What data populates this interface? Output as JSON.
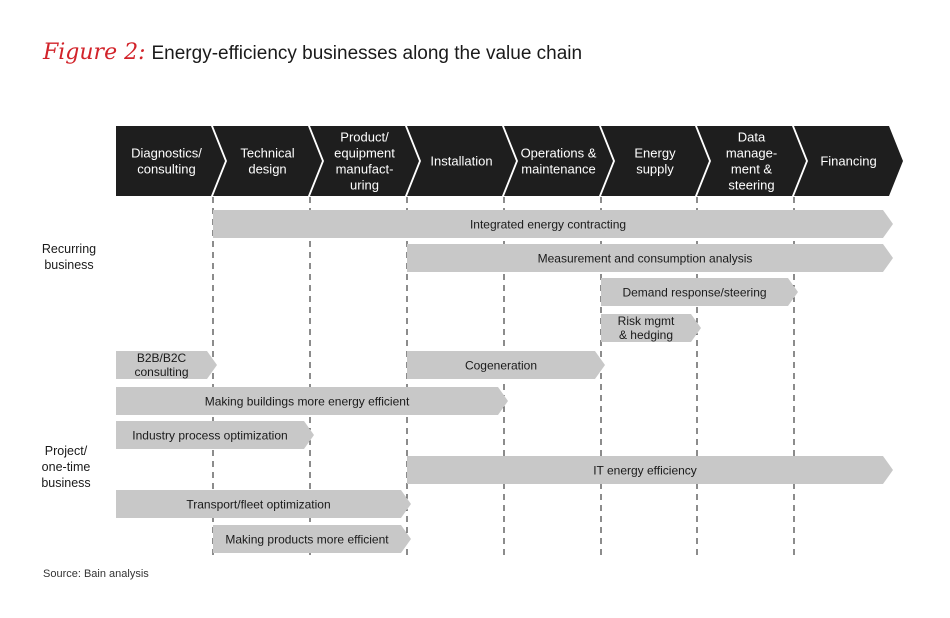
{
  "figure": {
    "label": "Figure 2:",
    "title": "Energy-efficiency businesses along the value chain"
  },
  "stages": [
    {
      "lines": [
        "Diagnostics/",
        "consulting"
      ]
    },
    {
      "lines": [
        "Technical",
        "design"
      ]
    },
    {
      "lines": [
        "Product/",
        "equipment",
        "manufact-",
        "uring"
      ]
    },
    {
      "lines": [
        "Installation"
      ]
    },
    {
      "lines": [
        "Operations &",
        "maintenance"
      ]
    },
    {
      "lines": [
        "Energy",
        "supply"
      ]
    },
    {
      "lines": [
        "Data",
        "manage-",
        "ment &",
        "steering"
      ]
    },
    {
      "lines": [
        "Financing"
      ]
    }
  ],
  "row_labels": {
    "recurring": [
      "Recurring",
      "business"
    ],
    "project": [
      "Project/",
      "one-time",
      "business"
    ]
  },
  "bars": [
    {
      "label": "Integrated energy contracting",
      "start": 1,
      "end": 8
    },
    {
      "label": "Measurement and consumption analysis",
      "start": 3,
      "end": 8
    },
    {
      "label": "Demand response/steering",
      "start": 5,
      "end": 7
    },
    {
      "label": "Risk mgmt & hedging",
      "start": 5,
      "end": 6
    },
    {
      "label": "B2B/B2C consulting",
      "start": 0,
      "end": 1
    },
    {
      "label": "Cogeneration",
      "start": 3,
      "end": 5
    },
    {
      "label": "Making buildings more energy efficient",
      "start": 0,
      "end": 4
    },
    {
      "label": "Industry process optimization",
      "start": 0,
      "end": 2
    },
    {
      "label": "IT energy efficiency",
      "start": 3,
      "end": 8
    },
    {
      "label": "Transport/fleet optimization",
      "start": 0,
      "end": 3
    },
    {
      "label": "Making products more efficient",
      "start": 1,
      "end": 3
    }
  ],
  "source": "Source: Bain analysis",
  "colors": {
    "chevron": "#1e1e1e",
    "bar": "#c8c8c8",
    "title_label": "#d2232a"
  }
}
